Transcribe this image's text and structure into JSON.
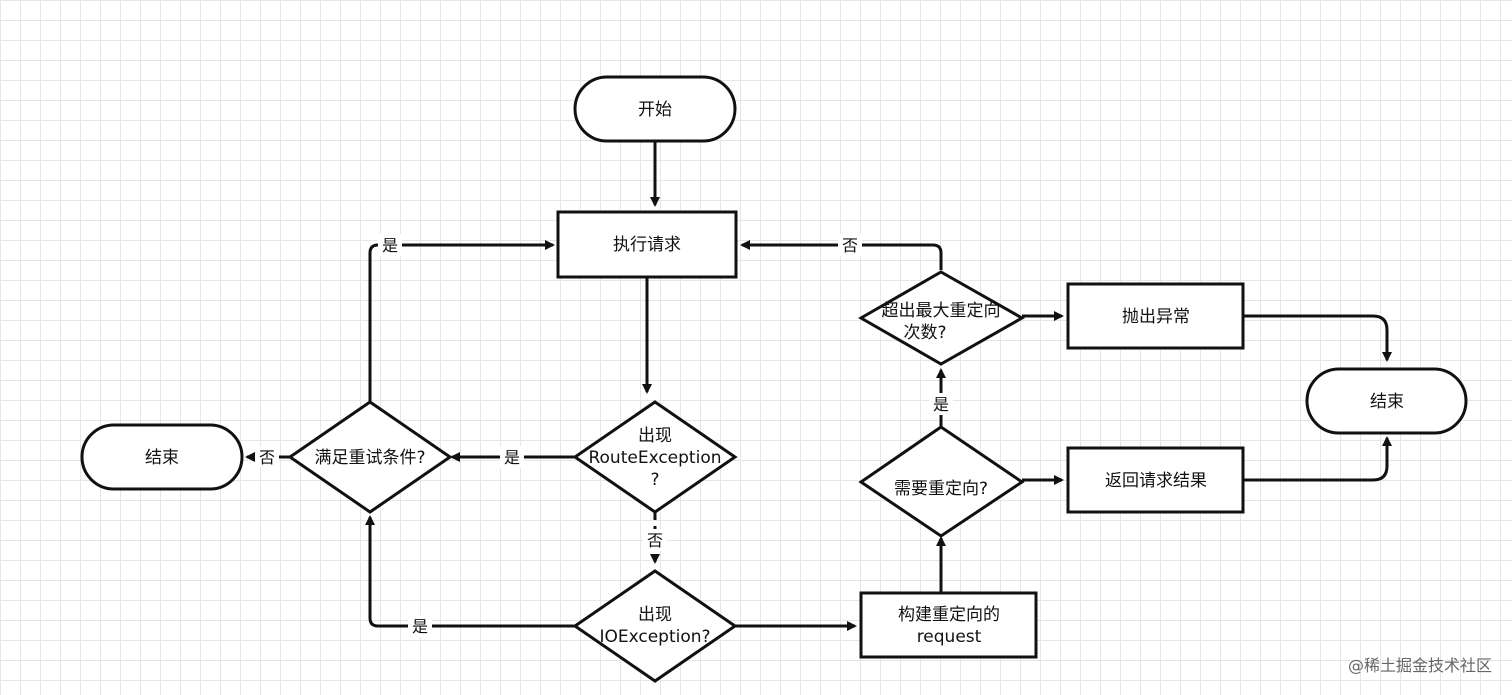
{
  "nodes": {
    "start": "开始",
    "exec_request": "执行请求",
    "route_exception": [
      "出现",
      "RouteException",
      "?"
    ],
    "io_exception": [
      "出现",
      "IOException?"
    ],
    "retry_condition": "满足重试条件?",
    "end_left": "结束",
    "build_request": [
      "构建重定向的",
      "request"
    ],
    "need_redirect": "需要重定向?",
    "max_redirect": [
      "超出最大重定向",
      "次数?"
    ],
    "throw_exception": "抛出异常",
    "return_result": "返回请求结果",
    "end_right": "结束"
  },
  "edges": {
    "yes": "是",
    "no": "否"
  },
  "watermark": "@稀土掘金技术社区"
}
